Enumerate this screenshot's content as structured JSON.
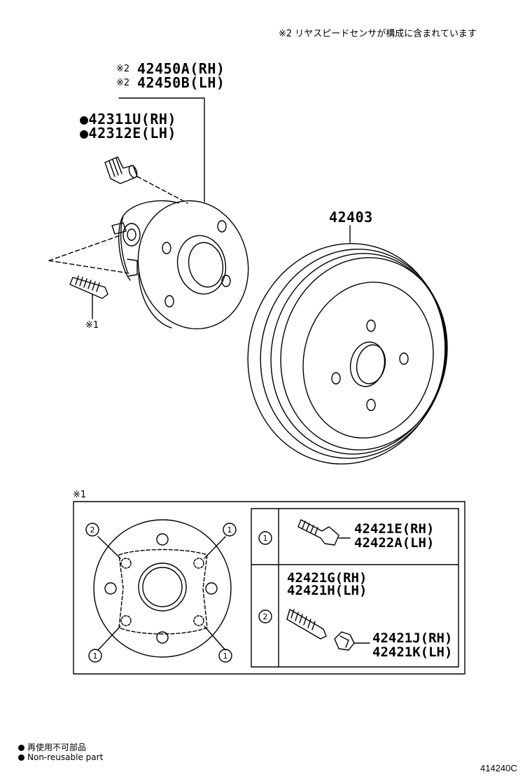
{
  "top_note": "※2 リヤスピードセンサが構成に含まれています",
  "hub_assy": {
    "mark": "※2",
    "parts": [
      "42450A(RH)",
      "42450B(LH)"
    ]
  },
  "hub_bolt": {
    "parts": [
      "●42311U(RH)",
      "●42312E(LH)"
    ]
  },
  "stud_ref": "※1",
  "drum": {
    "part": "42403"
  },
  "detail": {
    "mark": "※1",
    "callout_1": "1",
    "callout_2": "2",
    "row1": {
      "key": "1",
      "parts": [
        "42421E(RH)",
        "42422A(LH)"
      ]
    },
    "row2": {
      "key": "2",
      "parts_stud": [
        "42421G(RH)",
        "42421H(LH)"
      ],
      "parts_nut": [
        "42421J(RH)",
        "42421K(LH)"
      ]
    }
  },
  "legend": {
    "items": [
      {
        "icon": "filled-circle-icon",
        "label": "再使用不可部品"
      },
      {
        "icon": "filled-circle-icon",
        "label": "Non-reusable part"
      }
    ]
  },
  "figure_code": "414240C"
}
